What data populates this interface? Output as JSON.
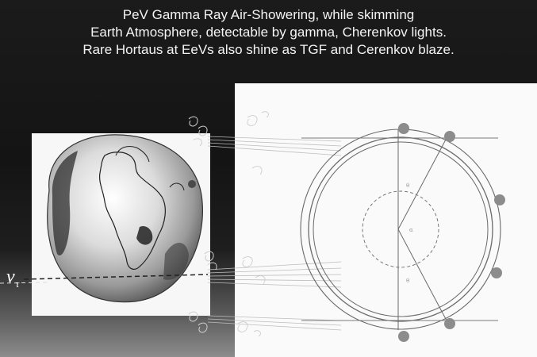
{
  "title": {
    "line1": "PeV Gamma Ray Air-Showering, while skimming",
    "line2": "Earth Atmosphere, detectable by gamma, Cherenkov lights.",
    "line3": "Rare Hortaus at EeVs also shine as TGF and Cerenkov blaze."
  },
  "labels": {
    "neutrino_symbol": "ν",
    "neutrino_subscript": "τ"
  },
  "colors": {
    "background_dark": "#141414",
    "title_text": "#f4f4f4",
    "panel_background": "#fafafa",
    "detector_dots": "#8c8c8c"
  },
  "icons": {
    "earth": "globe-earth-icon",
    "shower": "air-shower-swirl-icon",
    "detector": "detector-dot-icon"
  }
}
